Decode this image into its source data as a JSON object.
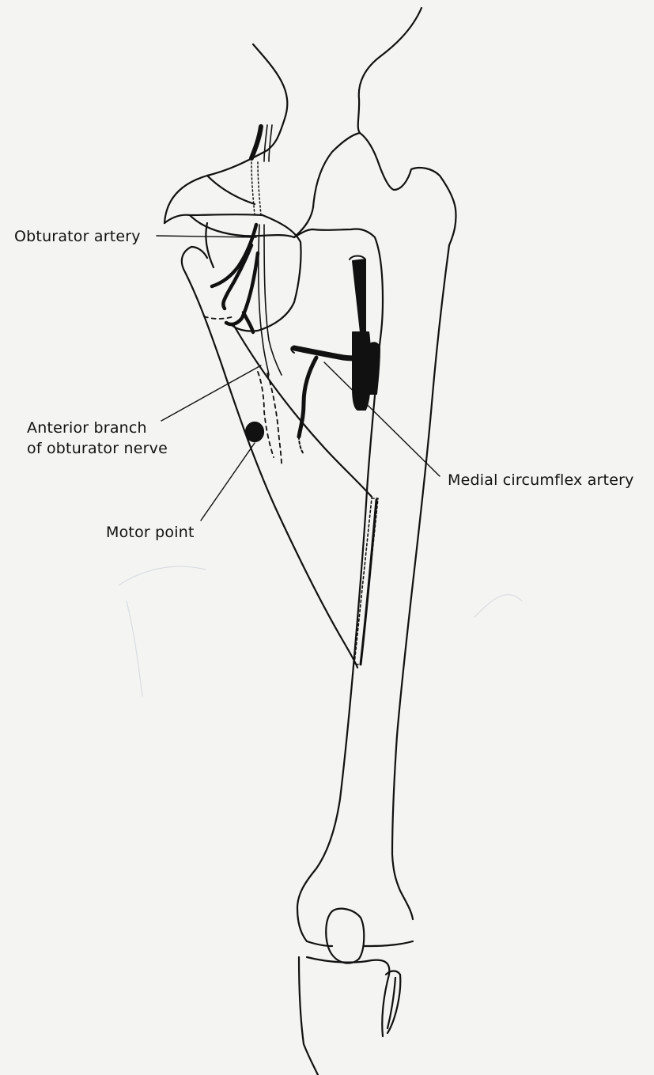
{
  "labels": {
    "obturator_artery": "Obturator artery",
    "anterior_branch_line1": "Anterior branch",
    "anterior_branch_line2": "of obturator nerve",
    "medial_circumflex_artery": "Medial circumflex artery",
    "motor_point": "Motor point"
  },
  "colors": {
    "background": "#f4f4f2",
    "ink": "#111111"
  }
}
